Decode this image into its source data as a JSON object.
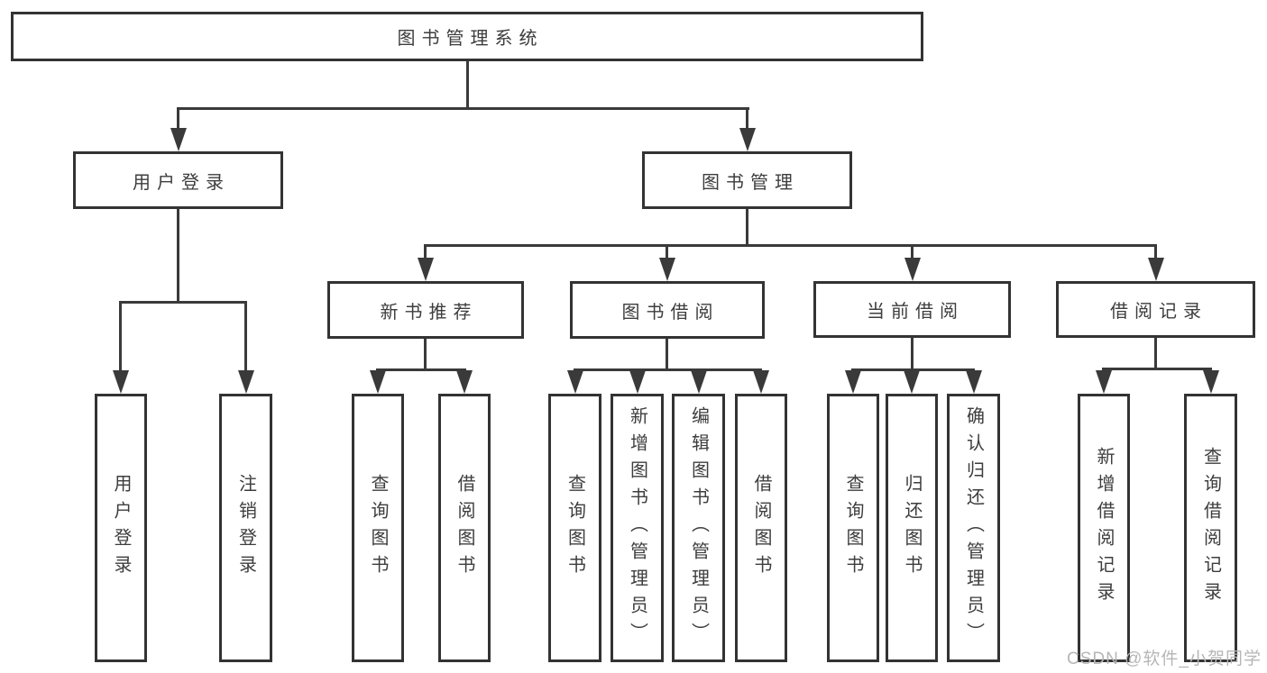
{
  "diagram": {
    "root_label": "图书管理系统",
    "level2": [
      {
        "label": "用户登录"
      },
      {
        "label": "图书管理"
      }
    ],
    "level3": [
      {
        "label": "新书推荐"
      },
      {
        "label": "图书借阅"
      },
      {
        "label": "当前借阅"
      },
      {
        "label": "借阅记录"
      }
    ],
    "leaves": {
      "user_login": [
        {
          "label": "用户登录"
        },
        {
          "label": "注销登录"
        }
      ],
      "new_book_rec": [
        {
          "label": "查询图书"
        },
        {
          "label": "借阅图书"
        }
      ],
      "book_borrow": [
        {
          "label": "查询图书"
        },
        {
          "label": "新增图书（管理员）"
        },
        {
          "label": "编辑图书（管理员）"
        },
        {
          "label": "借阅图书"
        }
      ],
      "current_borrow": [
        {
          "label": "查询图书"
        },
        {
          "label": "归还图书"
        },
        {
          "label": "确认归还（管理员）"
        }
      ],
      "borrow_records": [
        {
          "label": "新增借阅记录"
        },
        {
          "label": "查询借阅记录"
        }
      ]
    },
    "watermark": "CSDN @软件_小贺同学",
    "colors": {
      "line": "#3a3a3a",
      "box_border": "#333333",
      "text": "#3d3d3d",
      "watermark": "#b6b6b6",
      "background": "#ffffff"
    }
  }
}
